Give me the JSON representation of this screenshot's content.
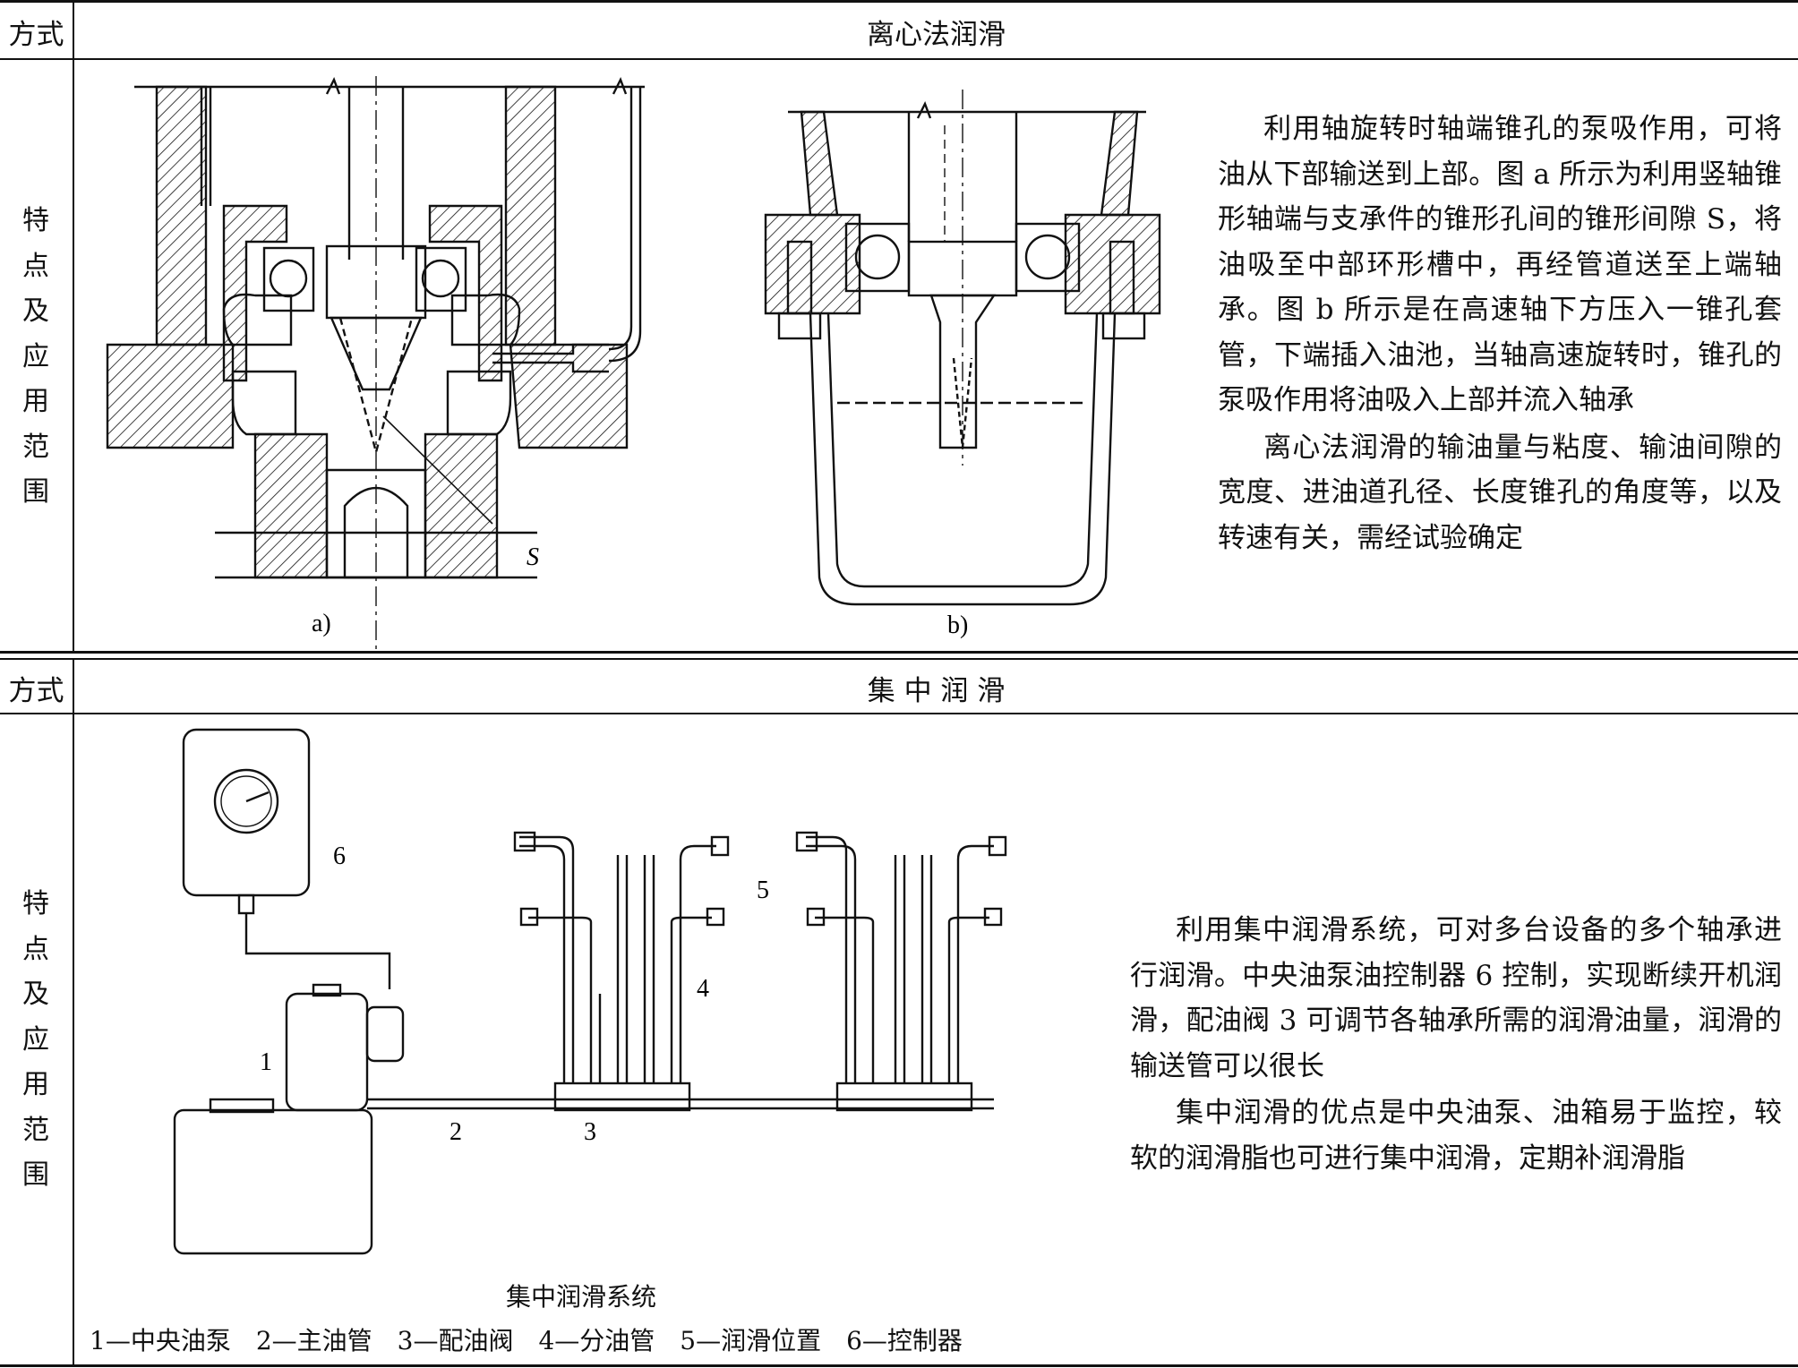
{
  "table": {
    "section1": {
      "method_label": "方式",
      "method_title": "离心法润滑",
      "feature_label": [
        "特",
        "点",
        "及",
        "应",
        "用",
        "范",
        "围"
      ],
      "figure_labels": {
        "a": "a)",
        "b": "b)",
        "s": "S"
      },
      "paragraphs": [
        "利用轴旋转时轴端锥孔的泵吸作用，可将油从下部输送到上部。图 a 所示为利用竖轴锥形轴端与支承件的锥形孔间的锥形间隙 S，将油吸至中部环形槽中，再经管道送至上端轴承。图 b 所示是在高速轴下方压入一锥孔套管，下端插入油池，当轴高速旋转时，锥孔的泵吸作用将油吸入上部并流入轴承",
        "离心法润滑的输油量与粘度、输油间隙的宽度、进油道孔径、长度锥孔的角度等，以及转速有关，需经试验确定"
      ]
    },
    "section2": {
      "method_label": "方式",
      "method_title": "集 中 润 滑",
      "feature_label": [
        "特",
        "点",
        "及",
        "应",
        "用",
        "范",
        "围"
      ],
      "figure_numbers": {
        "n1": "1",
        "n2": "2",
        "n3": "3",
        "n4": "4",
        "n5": "5",
        "n6": "6"
      },
      "figure_caption": "集中润滑系统",
      "legend": "1—中央油泵　2—主油管　3—配油阀　4—分油管　5—润滑位置　6—控制器",
      "paragraphs": [
        "利用集中润滑系统，可对多台设备的多个轴承进行润滑。中央油泵油控制器 6 控制，实现断续开机润滑，配油阀 3 可调节各轴承所需的润滑油量，润滑的输送管可以很长",
        "集中润滑的优点是中央油泵、油箱易于监控，较软的润滑脂也可进行集中润滑，定期补润滑脂"
      ]
    }
  }
}
